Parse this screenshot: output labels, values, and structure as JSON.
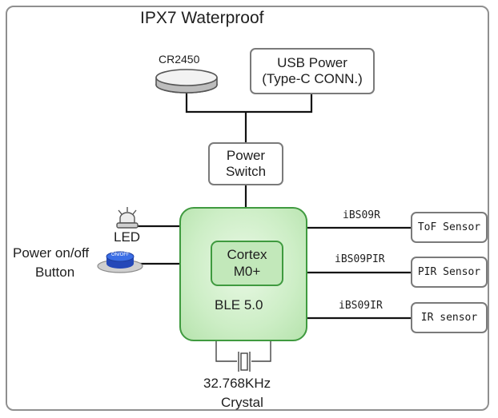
{
  "title": "IPX7 Waterproof",
  "battery": {
    "label": "CR2450"
  },
  "usb_power": {
    "line1": "USB Power",
    "line2": "(Type-C CONN.)"
  },
  "power_switch": {
    "line1": "Power",
    "line2": "Switch"
  },
  "led": {
    "label": "LED"
  },
  "power_button": {
    "line1": "Power on/off",
    "line2": "Button",
    "cap_text": "ON/OFF"
  },
  "mcu": {
    "core_line1": "Cortex",
    "core_line2": "M0+",
    "label": "BLE 5.0"
  },
  "crystal": {
    "line1": "32.768KHz",
    "line2": "Crystal"
  },
  "sensors": [
    {
      "wire_label": "iBS09R",
      "name": "ToF Sensor"
    },
    {
      "wire_label": "iBS09PIR",
      "name": "PIR Sensor"
    },
    {
      "wire_label": "iBS09IR",
      "name": "IR sensor"
    }
  ],
  "colors": {
    "chip_border": "#3f9a3f",
    "chip_fill": "#cdeec6",
    "button_blue": "#2f5fd8",
    "wire": "#111111"
  }
}
